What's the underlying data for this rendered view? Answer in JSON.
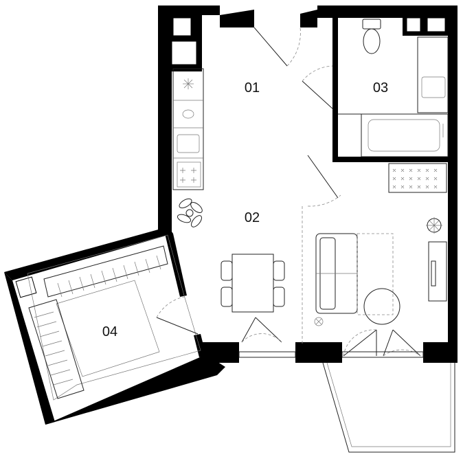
{
  "colors": {
    "wall": "#000000",
    "line": "#222222",
    "background": "#ffffff"
  },
  "rooms": [
    {
      "id": "01",
      "label": "01"
    },
    {
      "id": "02",
      "label": "02"
    },
    {
      "id": "03",
      "label": "03"
    },
    {
      "id": "04",
      "label": "04"
    }
  ]
}
